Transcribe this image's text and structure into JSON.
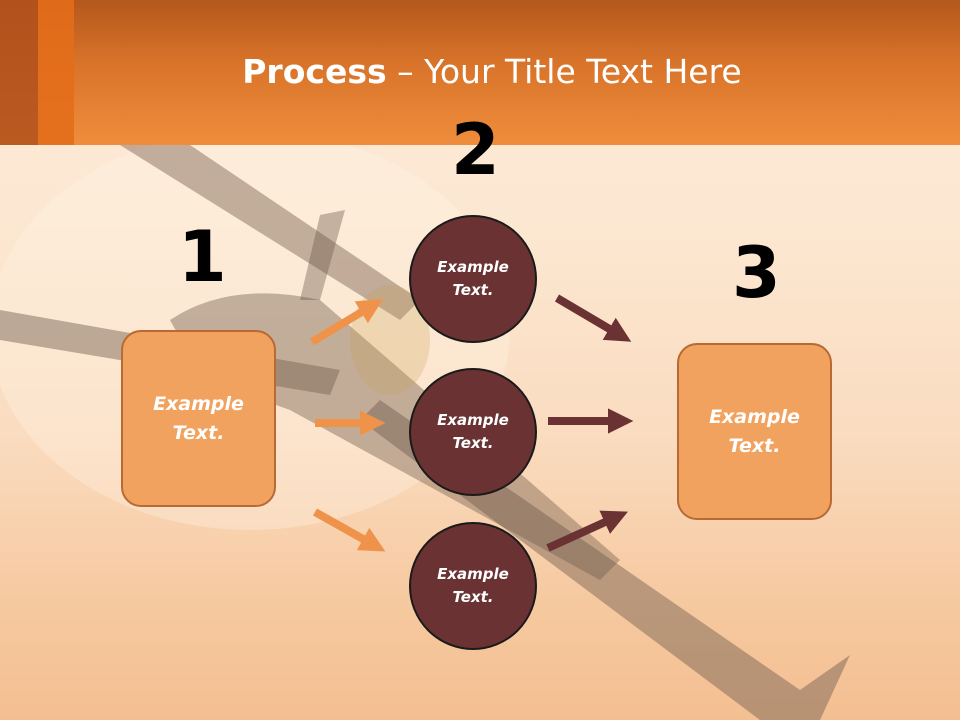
{
  "title": {
    "bold": "Process",
    "rest": " – Your Title Text Here"
  },
  "steps": [
    {
      "number": "1",
      "label_line1": "Example",
      "label_line2": "Text."
    },
    {
      "number": "2"
    },
    {
      "number": "3",
      "label_line1": "Example",
      "label_line2": "Text."
    }
  ],
  "circles": [
    {
      "line1": "Example",
      "line2": "Text."
    },
    {
      "line1": "Example",
      "line2": "Text."
    },
    {
      "line1": "Example",
      "line2": "Text."
    }
  ],
  "colors": {
    "header": "#e07a2c",
    "box_fill": "#f2a25f",
    "circle_fill": "#6a3232",
    "arrow_light": "#f0934a",
    "arrow_dark": "#6a3232"
  }
}
